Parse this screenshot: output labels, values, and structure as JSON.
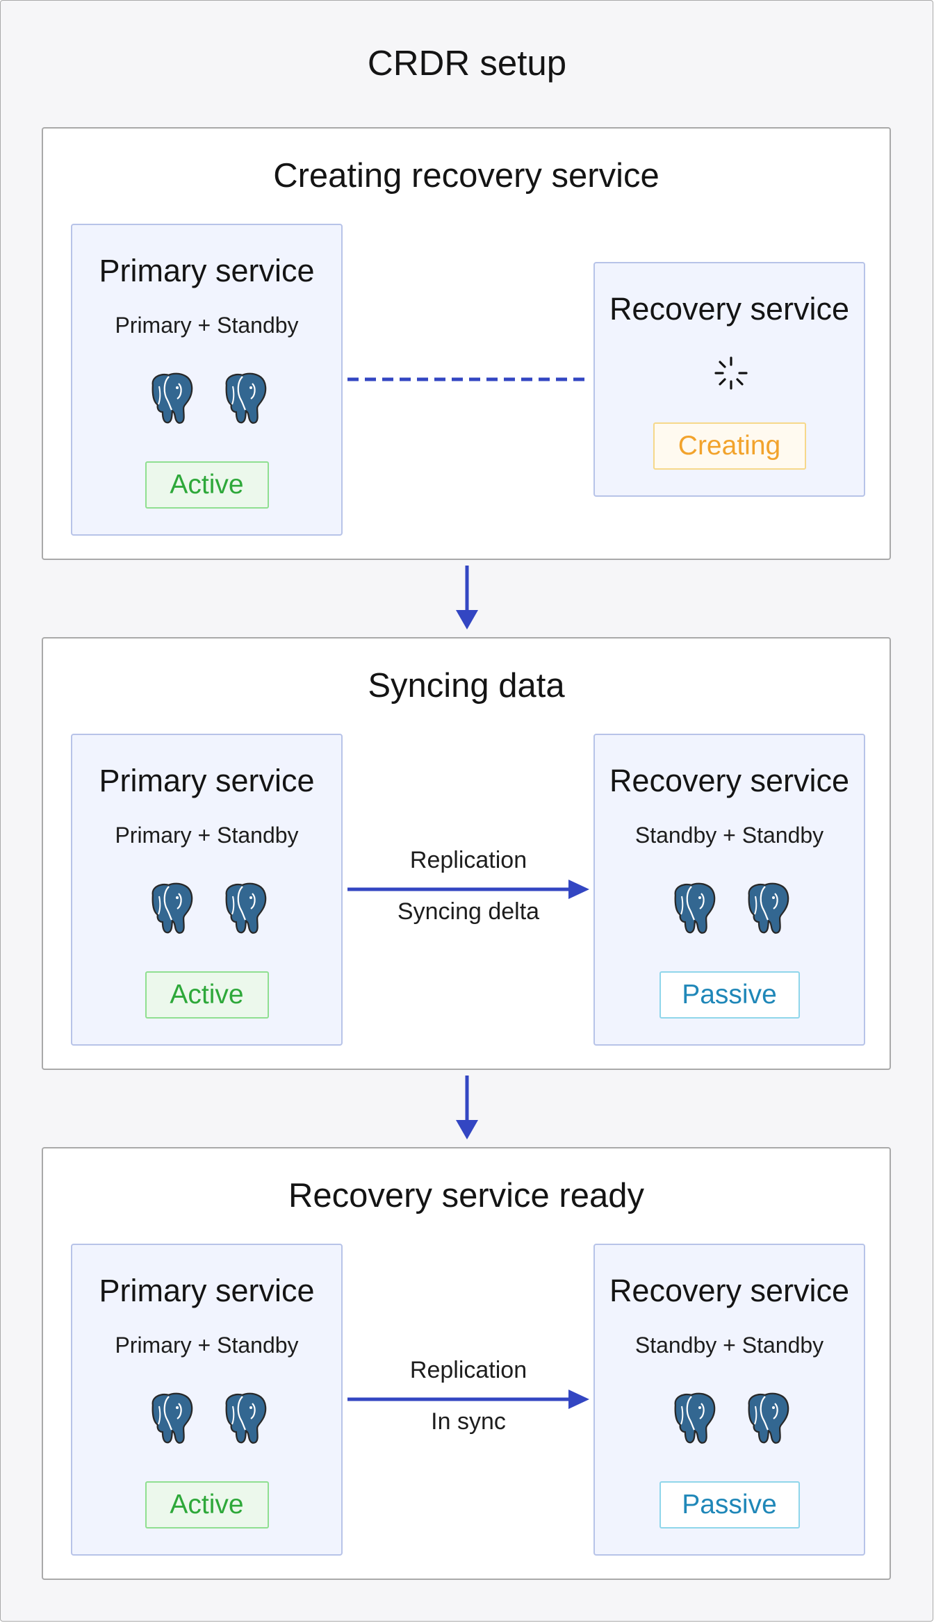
{
  "title": "CRDR setup",
  "colors": {
    "arrow": "#3346c2",
    "service_bg": "#f1f4fe",
    "active": "#2ea83a",
    "passive": "#1f87b8",
    "creating": "#f2a32c"
  },
  "stages": [
    {
      "title": "Creating recovery service",
      "primary": {
        "title": "Primary service",
        "subtitle": "Primary + Standby",
        "status": "Active"
      },
      "recovery": {
        "title": "Recovery service",
        "icon": "loading-spinner-icon",
        "status": "Creating"
      },
      "connection": {
        "style": "dashed"
      }
    },
    {
      "title": "Syncing data",
      "primary": {
        "title": "Primary service",
        "subtitle": "Primary + Standby",
        "status": "Active"
      },
      "recovery": {
        "title": "Recovery service",
        "subtitle": "Standby + Standby",
        "status": "Passive"
      },
      "connection": {
        "style": "arrow",
        "label_top": "Replication",
        "label_bottom": "Syncing delta"
      }
    },
    {
      "title": "Recovery service ready",
      "primary": {
        "title": "Primary service",
        "subtitle": "Primary + Standby",
        "status": "Active"
      },
      "recovery": {
        "title": "Recovery service",
        "subtitle": "Standby + Standby",
        "status": "Passive"
      },
      "connection": {
        "style": "arrow",
        "label_top": "Replication",
        "label_bottom": "In sync"
      }
    }
  ]
}
